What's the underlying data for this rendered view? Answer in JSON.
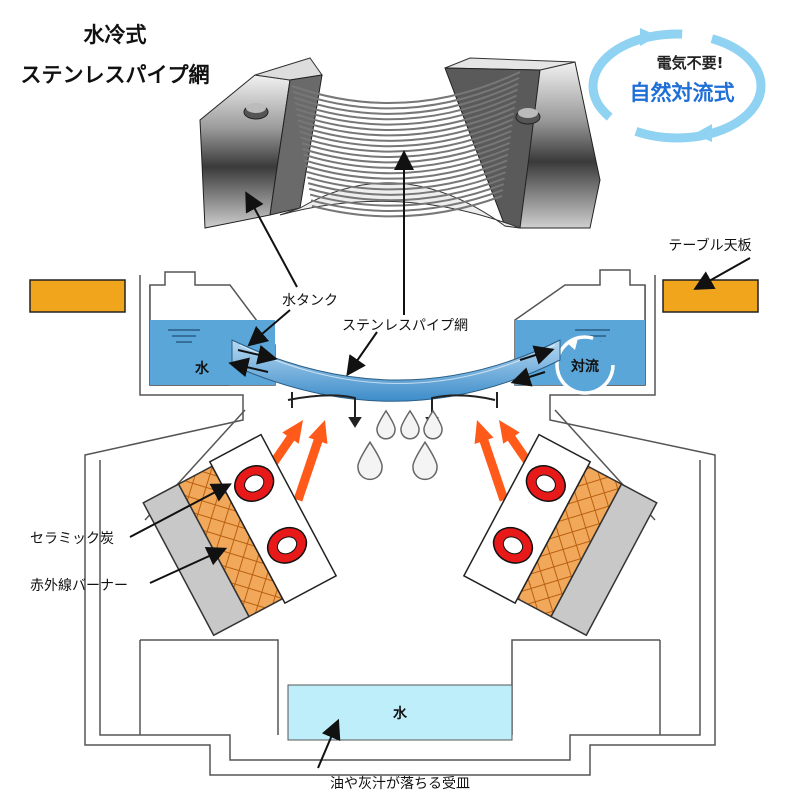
{
  "title": {
    "line1": "水冷式",
    "line2": "ステンレスパイプ網"
  },
  "badge": {
    "top": "電気不要!",
    "main": "自然対流式"
  },
  "labels": {
    "table_top": "テーブル天板",
    "water_tank": "水タンク",
    "stainless_mesh": "ステンレスパイプ網",
    "water_left": "水",
    "convection": "対流",
    "ceramic_charcoal": "セラミック炭",
    "infrared_burner": "赤外線バーナー",
    "water_tray": "水",
    "drip_tray": "油や灰汁が落ちる受皿"
  },
  "colors": {
    "water": "#5aa6d8",
    "tray_water": "#bfeefb",
    "wood": "#f0a51d",
    "heat_arrow": "#ff5a1a",
    "ceramic": "#e98a3c",
    "burner_ring": "#e81919",
    "accent_blue": "#1f6fd6",
    "badge_arrow": "#8fd2f2"
  },
  "icons": {
    "convection": "circular-arrow-icon",
    "drops": "water-drop-icon",
    "heat": "up-arrow-icon"
  }
}
